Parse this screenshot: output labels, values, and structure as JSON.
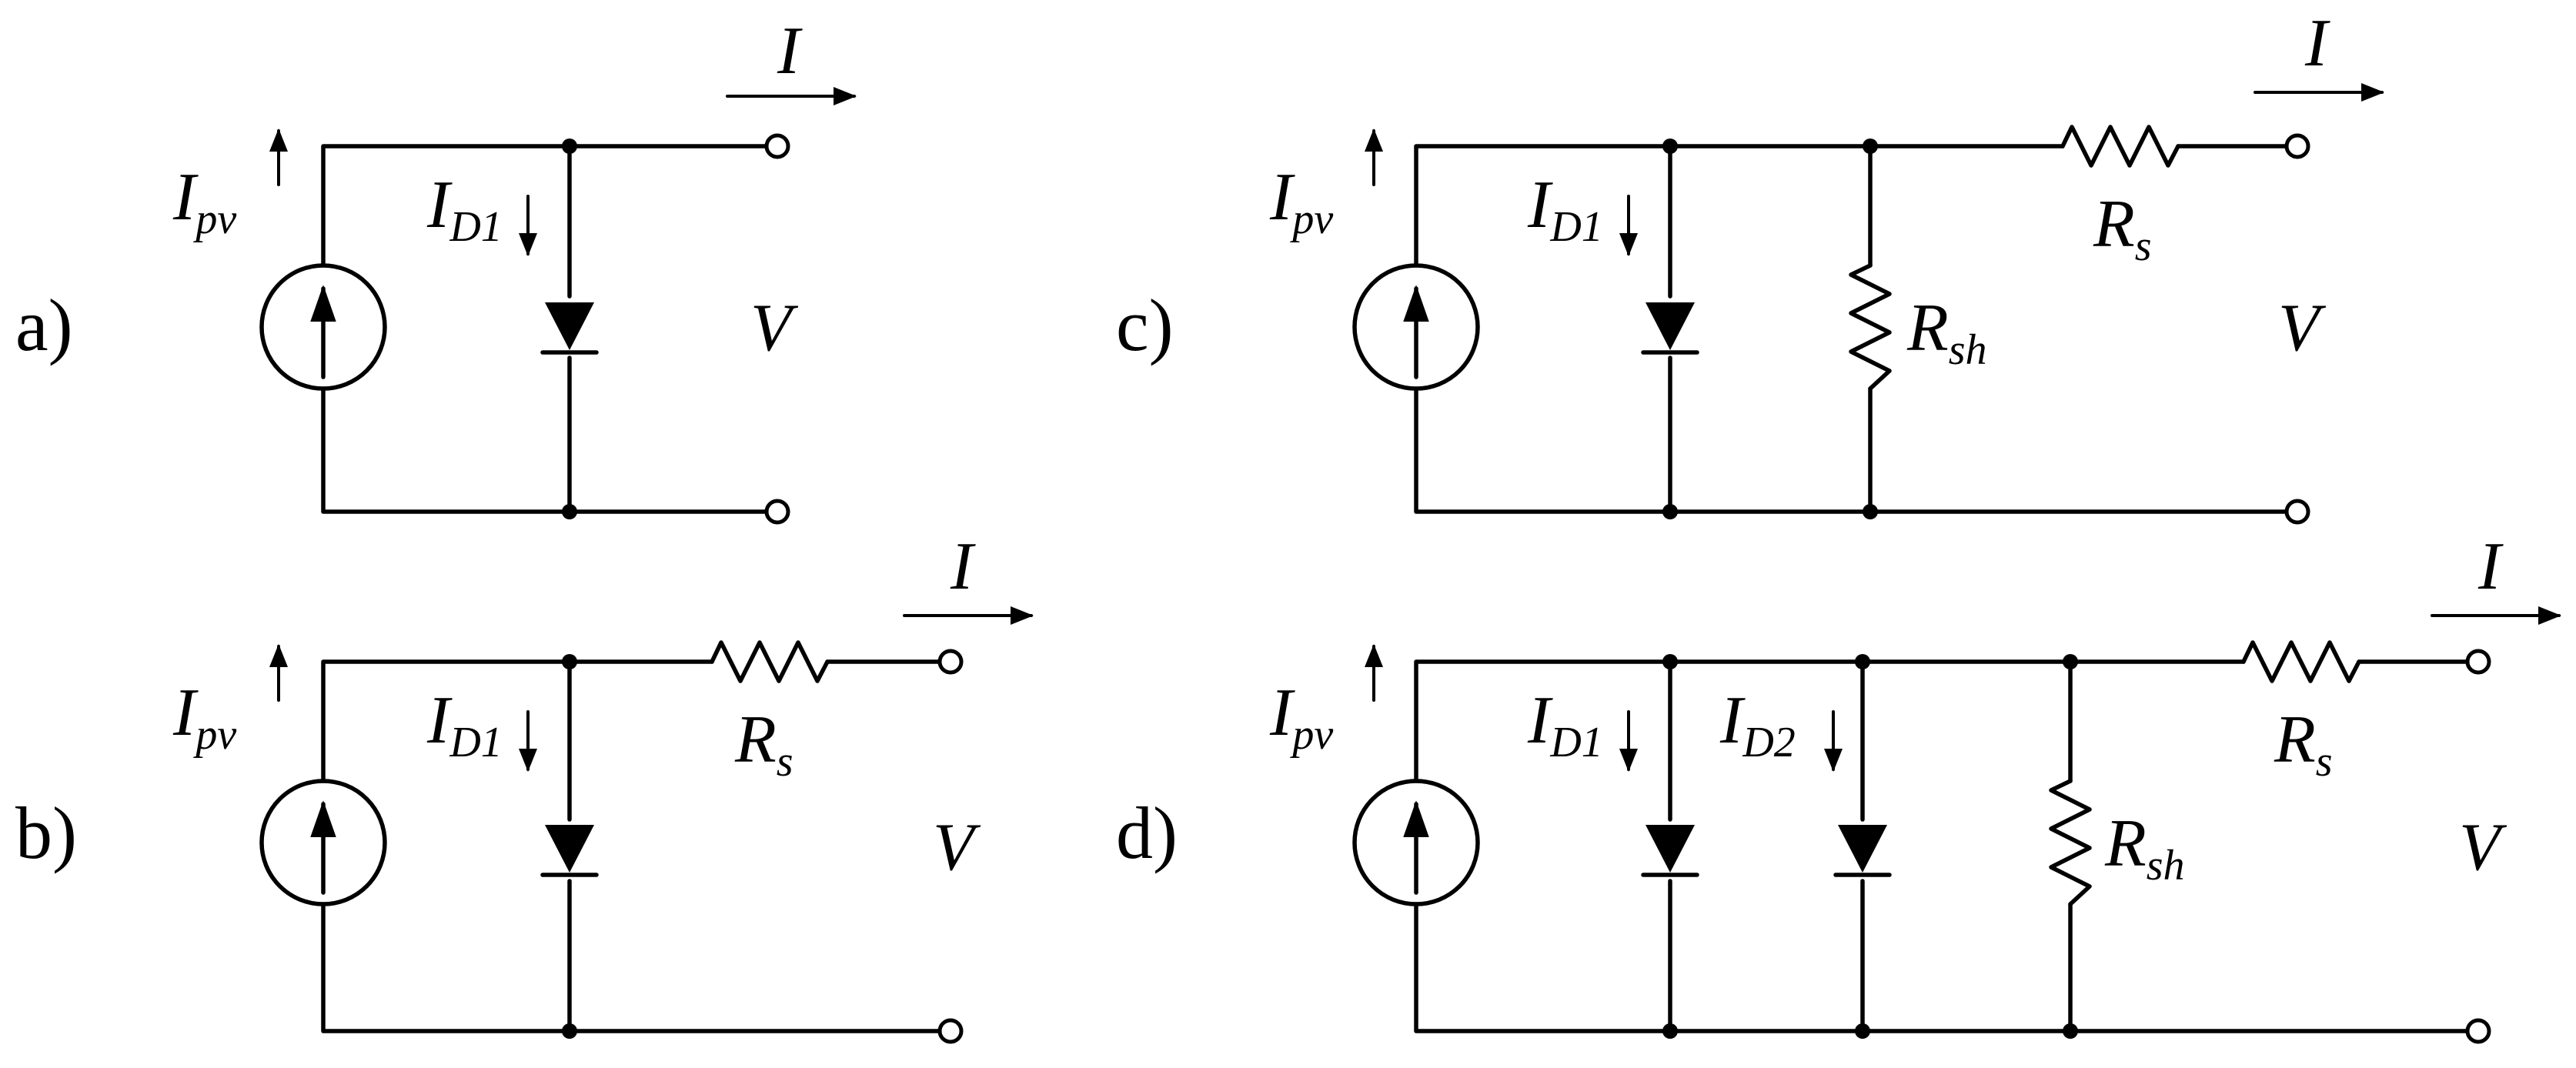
{
  "panels": {
    "a": {
      "tag": "a)",
      "i_pv": {
        "main": "I",
        "sub": "pv"
      },
      "i_d1": {
        "main": "I",
        "sub": "D1"
      },
      "v": "V",
      "i": "I"
    },
    "b": {
      "tag": "b)",
      "i_pv": {
        "main": "I",
        "sub": "pv"
      },
      "i_d1": {
        "main": "I",
        "sub": "D1"
      },
      "rs": {
        "main": "R",
        "sub": "s"
      },
      "v": "V",
      "i": "I"
    },
    "c": {
      "tag": "c)",
      "i_pv": {
        "main": "I",
        "sub": "pv"
      },
      "i_d1": {
        "main": "I",
        "sub": "D1"
      },
      "rsh": {
        "main": "R",
        "sub": "sh"
      },
      "rs": {
        "main": "R",
        "sub": "s"
      },
      "v": "V",
      "i": "I"
    },
    "d": {
      "tag": "d)",
      "i_pv": {
        "main": "I",
        "sub": "pv"
      },
      "i_d1": {
        "main": "I",
        "sub": "D1"
      },
      "i_d2": {
        "main": "I",
        "sub": "D2"
      },
      "rsh": {
        "main": "R",
        "sub": "sh"
      },
      "rs": {
        "main": "R",
        "sub": "s"
      },
      "v": "V",
      "i": "I"
    }
  }
}
